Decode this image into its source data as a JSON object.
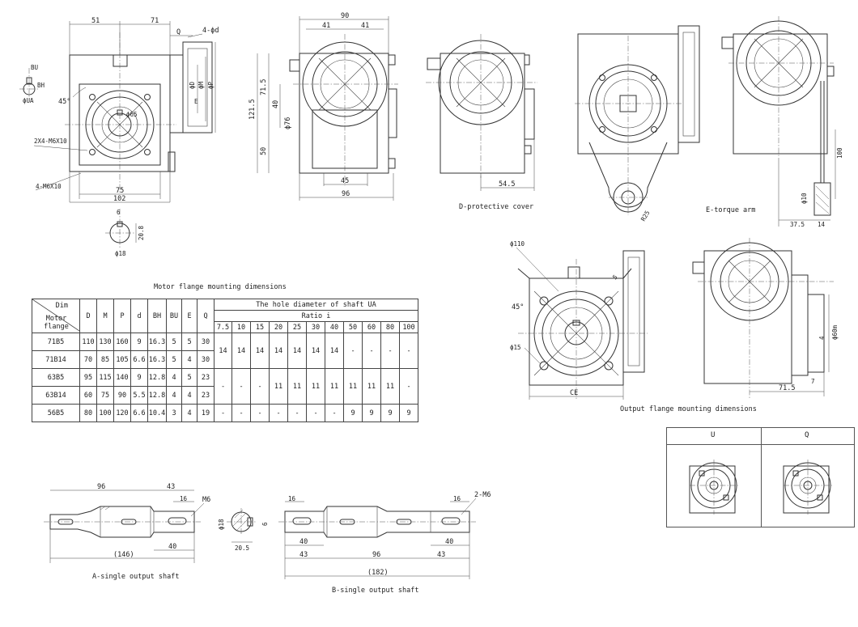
{
  "captions": {
    "protective_cover": "D-protective cover",
    "torque_arm": "E-torque arm",
    "motor_flange": "Motor flange mounting dimensions",
    "output_flange": "Output flange mounting dimensions",
    "shaft_a": "A-single output shaft",
    "shaft_b": "B-single output shaft"
  },
  "front_view": {
    "dim_51": "51",
    "dim_71": "71",
    "dim_q": "Q",
    "dim_4d": "4-ϕd",
    "dim_bu": "BU",
    "dim_bh": "BH",
    "dim_ua": "ϕUA",
    "dim_45": "45°",
    "dim_2x4": "2X4-M6X10",
    "dim_4m6": "4-M6X10",
    "dim_75": "75",
    "dim_102": "102",
    "dim_phi65": "ϕ65",
    "dim_d": "ϕD",
    "dim_m": "ϕM",
    "dim_p": "ϕP",
    "dim_e": "E",
    "key_6": "6",
    "key_208": "20.8",
    "key_18": "ϕ18"
  },
  "side_view": {
    "dim_90": "90",
    "dim_41a": "41",
    "dim_41b": "41",
    "dim_1215": "121.5",
    "dim_715": "71.5",
    "dim_40": "40",
    "dim_76": "ϕ76",
    "dim_50": "50",
    "dim_45": "45",
    "dim_96": "96"
  },
  "cover_view": {
    "dim_545": "54.5"
  },
  "torque_view": {
    "dim_r25": "R25"
  },
  "torque_side": {
    "dim_100": "100",
    "dim_10": "ϕ10",
    "dim_375": "37.5",
    "dim_14": "14"
  },
  "output_flange_view": {
    "dim_110": "ϕ110",
    "dim_45": "45°",
    "dim_phi15": "ϕ15",
    "dim_ce": "CE",
    "dim_5": "5",
    "dim_715": "71.5",
    "dim_60": "ϕ60m",
    "dim_4": "4",
    "dim_7": "7"
  },
  "shaft_a": {
    "dim_96": "96",
    "dim_43": "43",
    "dim_m6": "M6",
    "dim_16": "16",
    "dim_40": "40",
    "dim_146": "(146)"
  },
  "shaft_section": {
    "dim_18": "ϕ18",
    "dim_6": "6",
    "dim_205": "20.5"
  },
  "shaft_b": {
    "dim_16a": "16",
    "dim_16b": "16",
    "dim_2m6": "2-M6",
    "dim_40a": "40",
    "dim_40b": "40",
    "dim_43a": "43",
    "dim_96": "96",
    "dim_43b": "43",
    "dim_182": "(182)"
  },
  "table": {
    "corner_top": "Dim",
    "corner_bottom": "Motor flange",
    "cols": [
      "D",
      "M",
      "P",
      "d",
      "BH",
      "BU",
      "E",
      "Q"
    ],
    "group_header": "The hole diameter of shaft UA",
    "ratio_label": "Ratio i",
    "ratios": [
      "7.5",
      "10",
      "15",
      "20",
      "25",
      "30",
      "40",
      "50",
      "60",
      "80",
      "100"
    ],
    "rows": [
      {
        "name": "71B5",
        "vals": [
          "110",
          "130",
          "160",
          "9",
          "16.3",
          "5",
          "5",
          "30"
        ]
      },
      {
        "name": "71B14",
        "vals": [
          "70",
          "85",
          "105",
          "6.6",
          "16.3",
          "5",
          "4",
          "30"
        ]
      },
      {
        "name": "63B5",
        "vals": [
          "95",
          "115",
          "140",
          "9",
          "12.8",
          "4",
          "5",
          "23"
        ]
      },
      {
        "name": "63B14",
        "vals": [
          "60",
          "75",
          "90",
          "5.5",
          "12.8",
          "4",
          "4",
          "23"
        ]
      },
      {
        "name": "56B5",
        "vals": [
          "80",
          "100",
          "120",
          "6.6",
          "10.4",
          "3",
          "4",
          "19"
        ]
      }
    ],
    "ua_71": [
      "14",
      "14",
      "14",
      "14",
      "14",
      "14",
      "14",
      "-",
      "-",
      "-",
      "-"
    ],
    "ua_63": [
      "-",
      "-",
      "-",
      "11",
      "11",
      "11",
      "11",
      "11",
      "11",
      "11",
      "-"
    ],
    "ua_56": [
      "-",
      "-",
      "-",
      "-",
      "-",
      "-",
      "-",
      "9",
      "9",
      "9",
      "9"
    ]
  },
  "uq": {
    "u": "U",
    "q": "Q"
  }
}
